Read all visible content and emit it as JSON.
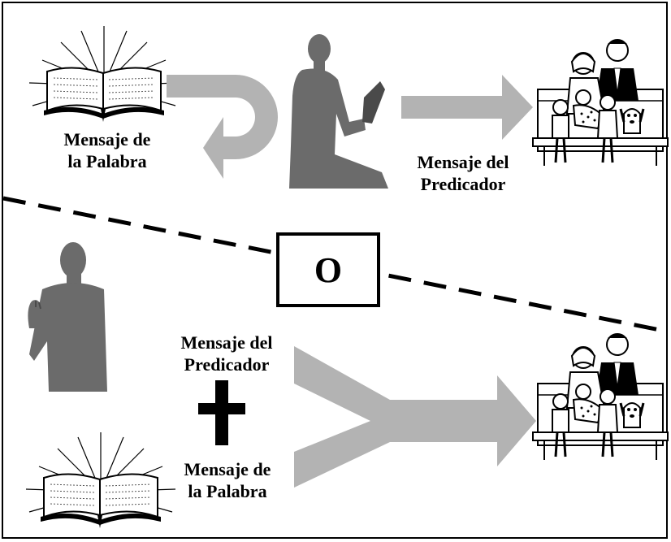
{
  "top": {
    "word_label_1": "Mensaje de",
    "word_label_2": "la Palabra",
    "preacher_label_1": "Mensaje del",
    "preacher_label_2": "Predicador"
  },
  "divider": {
    "or_label": "O"
  },
  "bottom": {
    "preacher_label_1": "Mensaje del",
    "preacher_label_2": "Predicador",
    "word_label_1": "Mensaje de",
    "word_label_2": "la Palabra"
  },
  "colors": {
    "arrow": "#b3b3b3",
    "silhouette": "#6b6b6b",
    "ink": "#000000"
  }
}
